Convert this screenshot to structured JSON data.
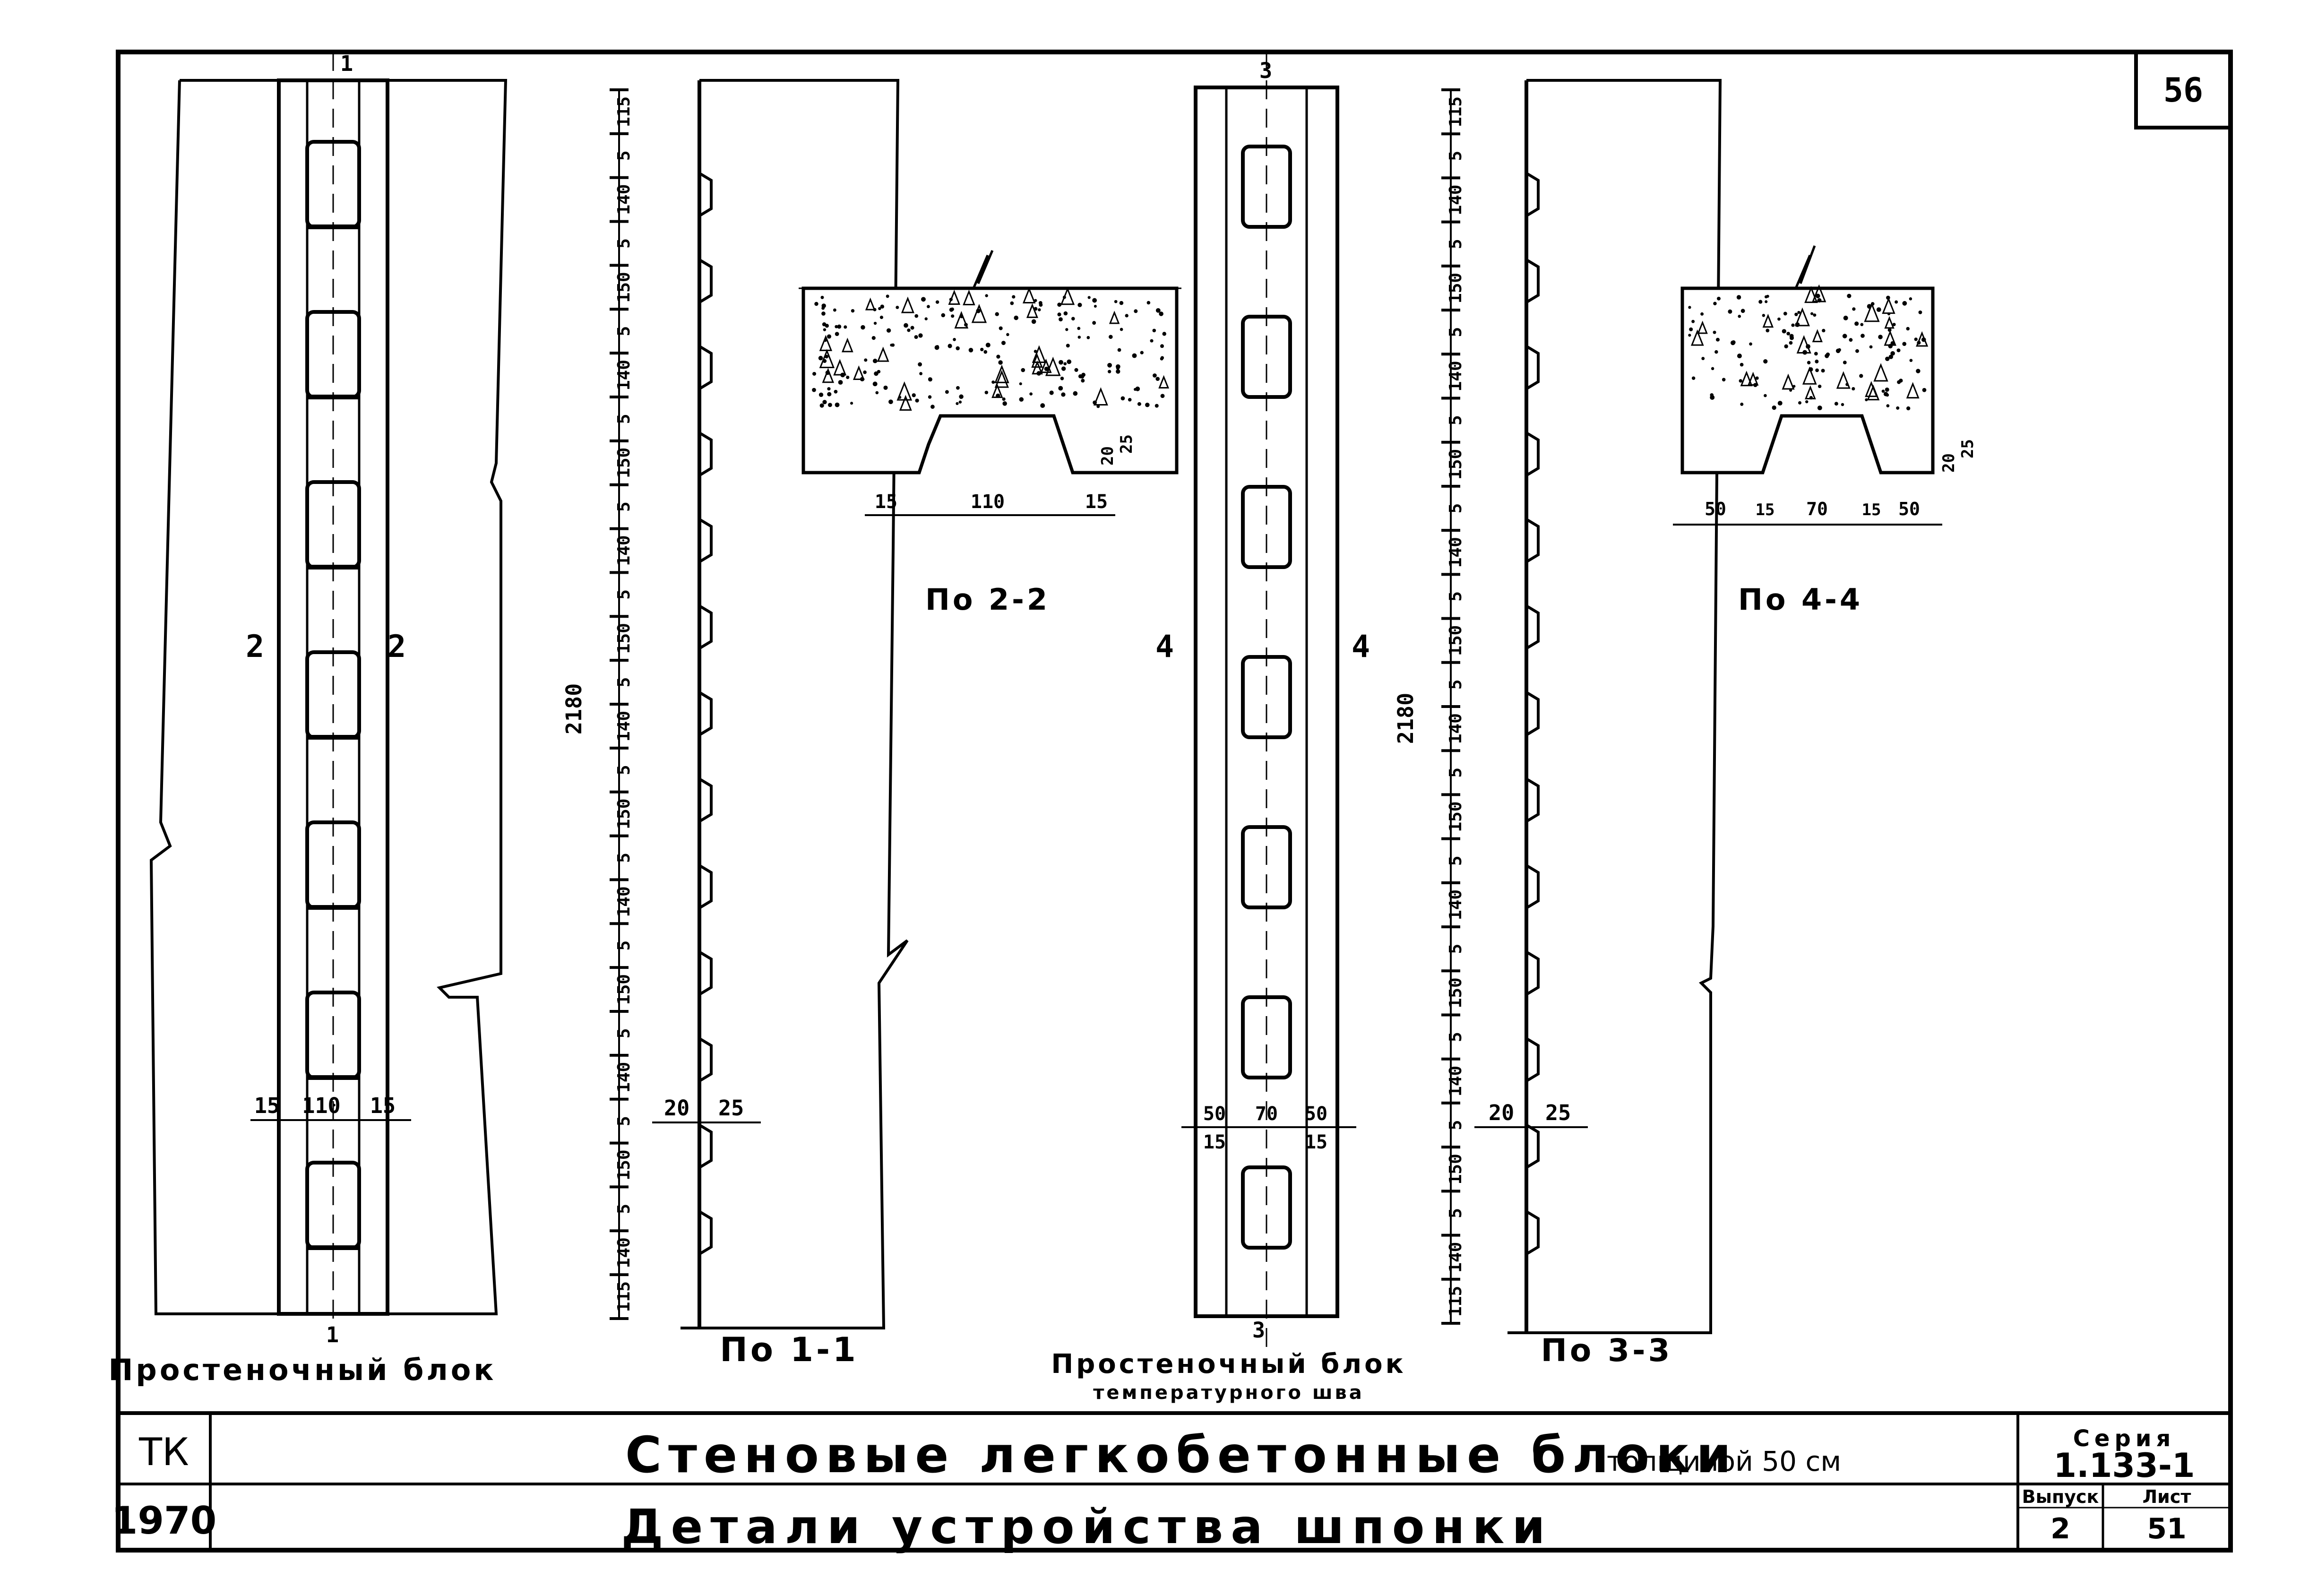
{
  "sheet_number": "56",
  "dimensions": {
    "total_height": "2180",
    "side_pattern": [
      "115",
      "5",
      "140",
      "5",
      "150",
      "5",
      "140",
      "5",
      "150",
      "5",
      "140",
      "5",
      "150",
      "5",
      "140",
      "5",
      "150",
      "5",
      "140",
      "5",
      "150",
      "5",
      "140",
      "5",
      "150",
      "5",
      "140",
      "115"
    ],
    "side_pattern_33": [
      "115",
      "5",
      "140",
      "5",
      "150",
      "5",
      "140",
      "5",
      "150",
      "5",
      "140",
      "5",
      "150",
      "5",
      "140",
      "5",
      "150",
      "5",
      "140",
      "5",
      "150",
      "5",
      "140",
      "5",
      "150",
      "5",
      "140",
      "115"
    ],
    "left_block_width": [
      "15",
      "110",
      "15"
    ],
    "profile_11": [
      "20",
      "25"
    ],
    "profile_33": [
      "20",
      "25"
    ],
    "temp_block_top": [
      "50",
      "70",
      "50"
    ],
    "temp_block_bottom": [
      "15",
      "15"
    ],
    "key22": [
      "15",
      "110",
      "15"
    ],
    "key22_depth": [
      "20",
      "25"
    ],
    "key44": [
      "50",
      "15",
      "70",
      "15",
      "50"
    ],
    "key44_depth": [
      "20",
      "25"
    ]
  },
  "section_marks": {
    "s1": "1",
    "s2": "2",
    "s3": "3",
    "s4": "4"
  },
  "captions": {
    "left_block": "Простеночный блок",
    "view11": "По 1-1",
    "view22": "По 2-2",
    "temp_block_1": "Простеночный блок",
    "temp_block_2": "температурного шва",
    "view33": "По 3-3",
    "view44": "По 4-4"
  },
  "title_block": {
    "org": "ТК",
    "year": "1970",
    "title_main": "Стеновые легкобетонные блоки",
    "title_suffix": "толщиной 50 см",
    "subtitle": "Детали устройства шпонки",
    "series_label": "Серия",
    "series_value": "1.133-1",
    "issue_label": "Выпуск",
    "issue_value": "2",
    "sheet_label": "Лист",
    "sheet_value": "51"
  }
}
